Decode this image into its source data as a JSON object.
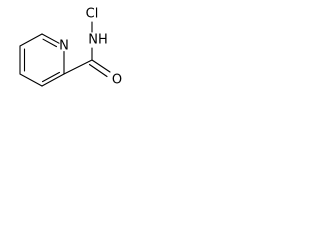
{
  "structure": {
    "atoms": {
      "ring_n": "N",
      "amide_n": "NH",
      "chlorine": "Cl",
      "carbonyl_o": "O"
    },
    "colors": {
      "bond": "#000000",
      "label": "#000000",
      "background": "#ffffff"
    }
  }
}
